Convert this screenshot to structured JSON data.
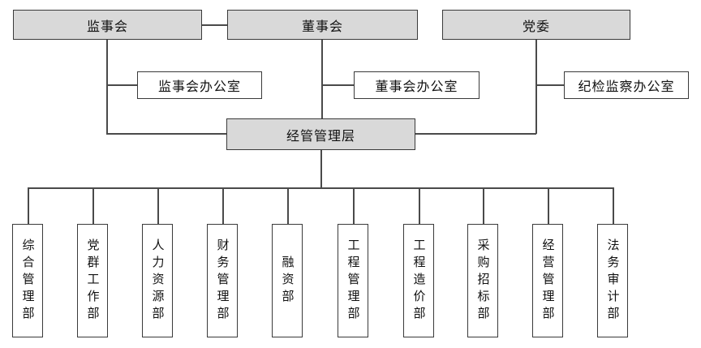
{
  "org_chart": {
    "top_row": [
      {
        "label": "监事会"
      },
      {
        "label": "董事会"
      },
      {
        "label": "党委"
      }
    ],
    "offices": [
      {
        "label": "监事会办公室"
      },
      {
        "label": "董事会办公室"
      },
      {
        "label": "纪检监察办公室"
      }
    ],
    "management": {
      "label": "经管管理层"
    },
    "departments": [
      {
        "label": "综合管理部"
      },
      {
        "label": "党群工作部"
      },
      {
        "label": "人力资源部"
      },
      {
        "label": "财务管理部"
      },
      {
        "label": "融资部"
      },
      {
        "label": "工程管理部"
      },
      {
        "label": "工程造价部"
      },
      {
        "label": "采购招标部"
      },
      {
        "label": "经营管理部"
      },
      {
        "label": "法务审计部"
      }
    ],
    "colors": {
      "box_fill_gray": "#d9d9d9",
      "box_fill_white": "#ffffff",
      "box_border": "#3a3a3a",
      "connector_line": "#4a4a4a",
      "text": "#111111",
      "background": "#ffffff"
    }
  }
}
